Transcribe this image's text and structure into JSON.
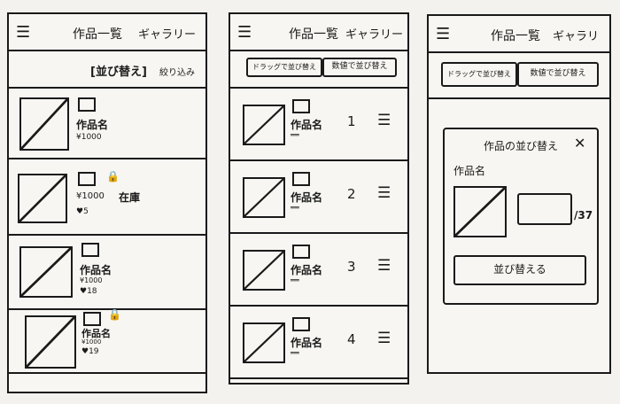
{
  "header": {
    "menu_icon": "☰",
    "title": "作品一覧",
    "gallery": "ギャラリー"
  },
  "screen1": {
    "sort_button": "[並び替え]",
    "filter_link": "絞り込み",
    "items": [
      {
        "name": "作品名",
        "price": "¥1000",
        "stock": "",
        "likes": "",
        "locked": false
      },
      {
        "name": "",
        "price": "¥1000",
        "stock": "在庫",
        "likes": "♥5",
        "locked": true
      },
      {
        "name": "作品名",
        "price": "¥1000",
        "stock": "",
        "likes": "♥18",
        "locked": false
      },
      {
        "name": "作品名",
        "price": "¥1000",
        "stock": "",
        "likes": "♥19",
        "locked": true
      }
    ]
  },
  "screen2": {
    "drag_sort": "ドラッグで並び替え",
    "number_sort": "数値で並び替え",
    "items": [
      {
        "name": "作品名",
        "order": "1"
      },
      {
        "name": "作品名",
        "order": "2"
      },
      {
        "name": "作品名",
        "order": "3"
      },
      {
        "name": "作品名",
        "order": "4"
      }
    ],
    "handle_icon": "☰"
  },
  "screen3": {
    "drag_sort": "ドラッグで並び替え",
    "number_sort": "数値で並び替え",
    "modal": {
      "title": "作品の並び替え",
      "close": "✕",
      "item_name": "作品名",
      "position_value": "",
      "total": "/37",
      "submit": "並び替える"
    }
  }
}
